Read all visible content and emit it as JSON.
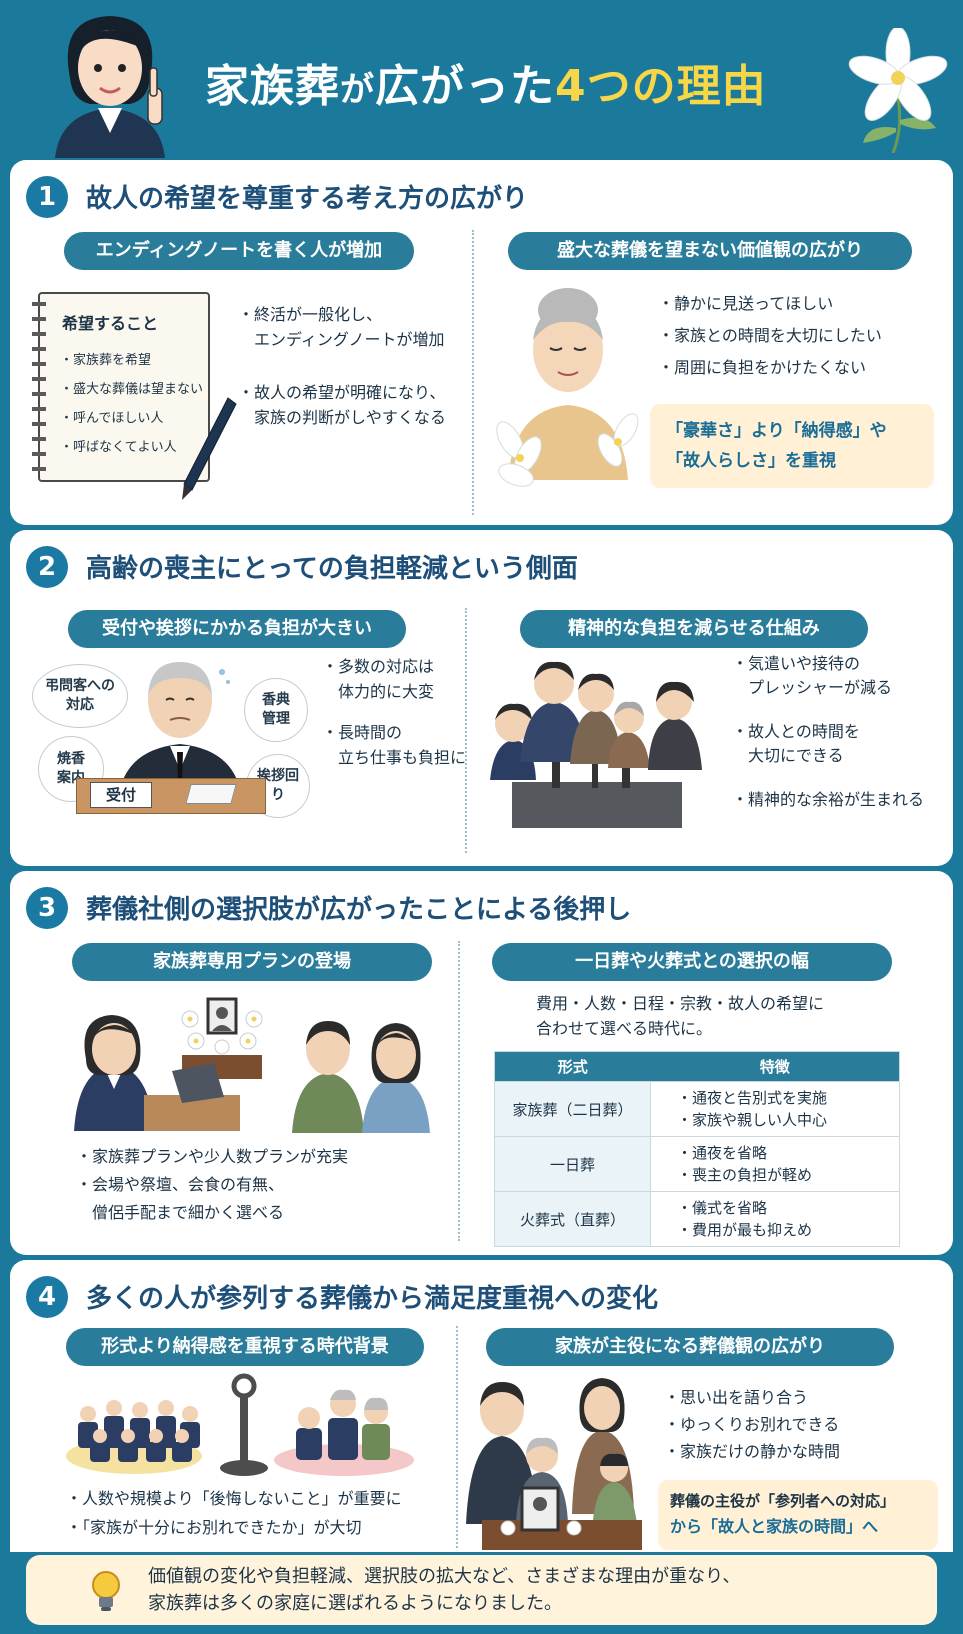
{
  "header": {
    "title_part1": "家族葬",
    "title_part2": "が",
    "title_part3": "広がった",
    "title_part4": "4つの理由"
  },
  "sections": [
    {
      "num": "1",
      "title": "故人の希望を尊重する考え方の広がり",
      "left_pill": "エンディングノートを書く人が増加",
      "notebook_title": "希望すること",
      "notebook_items": [
        "・家族葬を希望",
        "・盛大な葬儀は望まない",
        "・呼んでほしい人",
        "・呼ばなくてよい人"
      ],
      "left_bullets": [
        "・終活が一般化し、",
        "　エンディングノートが増加",
        "・故人の希望が明確になり、",
        "　家族の判断がしやすくなる"
      ],
      "right_pill": "盛大な葬儀を望まない価値観の広がり",
      "right_bullets": [
        "・静かに見送ってほしい",
        "・家族との時間を大切にしたい",
        "・周囲に負担をかけたくない"
      ],
      "note_line1": "「豪華さ」より「納得感」や",
      "note_line2": "「故人らしさ」を重視"
    },
    {
      "num": "2",
      "title": "高齢の喪主にとっての負担軽減という側面",
      "left_pill": "受付や挨拶にかかる負担が大きい",
      "bubbles": [
        {
          "l1": "弔問客への",
          "l2": "対応"
        },
        {
          "l1": "焼香",
          "l2": "案内"
        },
        {
          "l1": "香典",
          "l2": "管理"
        },
        {
          "l1": "挨拶回",
          "l2": "り"
        }
      ],
      "desk_sign": "受付",
      "left_bullets": [
        "・多数の対応は",
        "　体力的に大変",
        "・長時間の",
        "　立ち仕事も負担に"
      ],
      "right_pill": "精神的な負担を減らせる仕組み",
      "right_bullets": [
        "・気遣いや接待の",
        "　プレッシャーが減る",
        "・故人との時間を",
        "　大切にできる",
        "・精神的な余裕が生まれる"
      ]
    },
    {
      "num": "3",
      "title": "葬儀社側の選択肢が広がったことによる後押し",
      "left_pill": "家族葬専用プランの登場",
      "left_bullets": [
        "・家族葬プランや少人数プランが充実",
        "・会場や祭壇、会食の有無、",
        "　僧侶手配まで細かく選べる"
      ],
      "right_pill": "一日葬や火葬式との選択の幅",
      "right_intro1": "費用・人数・日程・宗教・故人の希望に",
      "right_intro2": "合わせて選べる時代に。",
      "table_head": [
        "形式",
        "特徴"
      ],
      "table_rows": [
        {
          "name": "家族葬（二日葬）",
          "f1": "・通夜と告別式を実施",
          "f2": "・家族や親しい人中心"
        },
        {
          "name": "一日葬",
          "f1": "・通夜を省略",
          "f2": "・喪主の負担が軽め"
        },
        {
          "name": "火葬式（直葬）",
          "f1": "・儀式を省略",
          "f2": "・費用が最も抑えめ"
        }
      ]
    },
    {
      "num": "4",
      "title": "多くの人が参列する葬儀から満足度重視への変化",
      "left_pill": "形式より納得感を重視する時代背景",
      "left_bullets": [
        "・人数や規模より「後悔しないこと」が重要に",
        "・「家族が十分にお別れできたか」が大切"
      ],
      "right_pill": "家族が主役になる葬儀観の広がり",
      "right_bullets": [
        "・思い出を語り合う",
        "・ゆっくりお別れできる",
        "・家族だけの静かな時間"
      ],
      "note_line1": "葬儀の主役が「参列者への対応」",
      "note_line2": "から「故人と家族の時間」へ"
    }
  ],
  "footer": {
    "line1": "価値観の変化や負担軽減、選択肢の拡大など、さまざまな理由が重なり、",
    "line2": "家族葬は多くの家庭に選ばれるようになりました。"
  },
  "colors": {
    "background": "#1b7a9c",
    "section_title": "#1d4f78",
    "pill": "#2a7d9a",
    "title_accent": "#f7d648",
    "note_bg": "#fff0d6"
  },
  "icons": [
    "presenter-woman-icon",
    "lily-flower-icon",
    "notebook-icon",
    "pen-icon",
    "elderly-woman-icon",
    "elderly-man-icon",
    "family-group-icon",
    "funeral-altar-icon",
    "staff-woman-icon",
    "couple-icon",
    "crowd-icon",
    "incense-stand-icon",
    "small-family-icon",
    "lightbulb-icon"
  ]
}
